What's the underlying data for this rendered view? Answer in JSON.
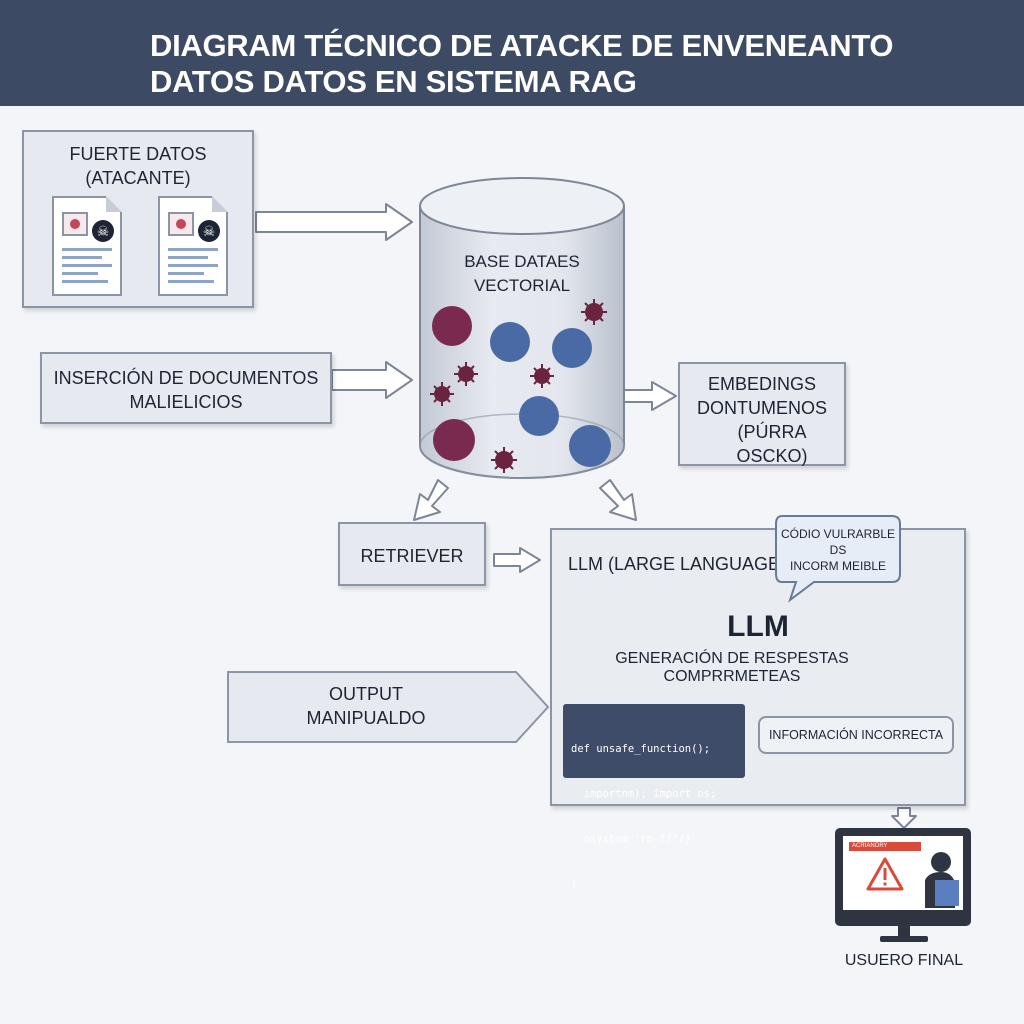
{
  "header": {
    "title_line1": "DIAGRAM TÉCNICO DE ATACKE DE ENVENEANTO",
    "title_line2": "DATOS DATOS EN SISTEMA RAG"
  },
  "nodes": {
    "source": {
      "line1": "FUERTE DATOS",
      "line2": "(ATACANTE)"
    },
    "insertion": {
      "line1": "INSERCIÓN DE DOCUMENTOS",
      "line2": "MALIELICIOS"
    },
    "database": {
      "line1": "BASE DATAES",
      "line2": "VECTORIAL"
    },
    "embeddings": {
      "line1": "EMBEDINGS",
      "line2": "DONTUMENOS",
      "line3": "(PÚRRA OSCKO)"
    },
    "retriever": {
      "label": "RETRIEVER"
    },
    "llm_panel": {
      "header": "LLM (LARGE LANGUAGE",
      "title": "LLM",
      "subtitle": "GENERACIÓN DE RESPESTAS COMPRRMETEAS"
    },
    "speech_bubble": {
      "line1": "CÓDIO VULRARBLE",
      "line2": "DS",
      "line3": "INCORM MEIBLE"
    },
    "code_snippet": {
      "lines": [
        "def unsafe_function();",
        "  importnm); import os;",
        "  osystem 'rm-ff*/)",
        ")"
      ]
    },
    "incorrect_info": {
      "label": "INFORMACIÓN INCORRECTA"
    },
    "output": {
      "line1": "OUTPUT",
      "line2": "MANIPUALDO"
    },
    "end_user": {
      "label": "USUERO FINAL",
      "screen_alert": "ACRIANORY"
    }
  },
  "colors": {
    "header_bg": "#3c4a63",
    "box_bg": "#e6e9ef",
    "box_border": "#8c95a5",
    "malicious_sphere": "#7a2a4e",
    "normal_sphere": "#4a6aa5",
    "virus": "#6b2440",
    "warning": "#d94a3a"
  },
  "icons": {
    "document": "document-icon",
    "skull": "skull-icon",
    "virus": "virus-icon",
    "warning": "warning-icon",
    "monitor": "monitor-icon",
    "user": "user-icon"
  }
}
